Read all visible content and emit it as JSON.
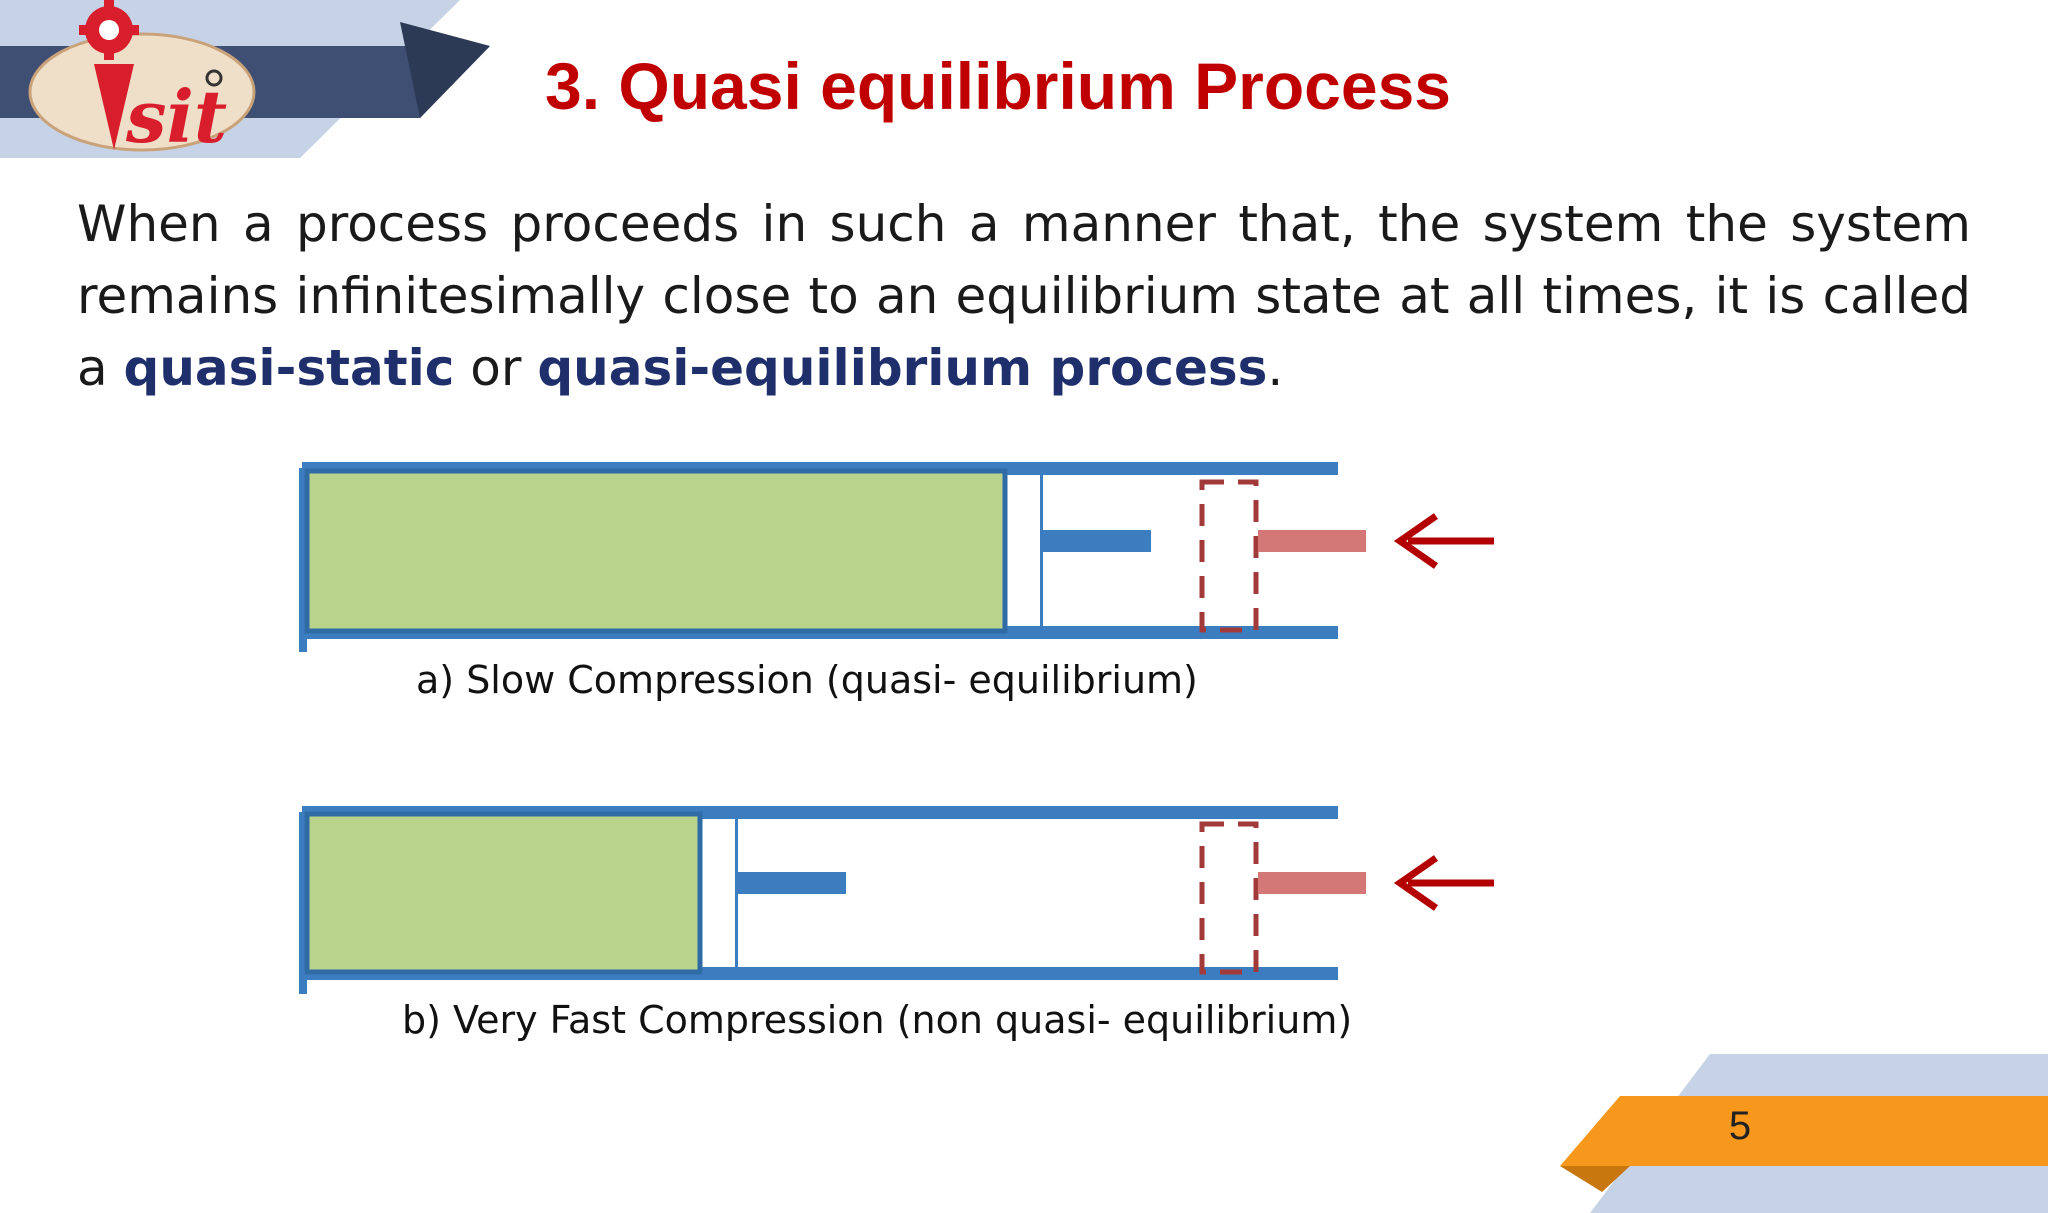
{
  "slide": {
    "title": "3. Quasi equilibrium Process",
    "logo_text": "sit",
    "body": {
      "text_1": "When a process proceeds in such a manner that, the system the system remains infinitesimally close to an equilibrium state at all times, it is called a ",
      "keyword_1": "quasi-static",
      "connector": " or ",
      "keyword_2": "quasi-equilibrium process",
      "end": "."
    },
    "diagram_a": {
      "caption": "a) Slow Compression (quasi- equilibrium)"
    },
    "diagram_b": {
      "caption": "b) Very Fast Compression (non quasi- equilibrium)"
    },
    "page_number": "5"
  },
  "colors": {
    "title_red": "#c00000",
    "keyword_navy": "#1f2f6b",
    "cylinder_blue": "#3c7dbf",
    "gas_green": "#b9d38d",
    "rod_pink": "#d47777",
    "arrow_red": "#b30000",
    "orange_tab": "#f7981d",
    "header_navy": "#3f4f73",
    "light_blue": "#c6d3e6"
  },
  "icons": [
    "logo-gear-icon",
    "arrow-left-icon"
  ]
}
